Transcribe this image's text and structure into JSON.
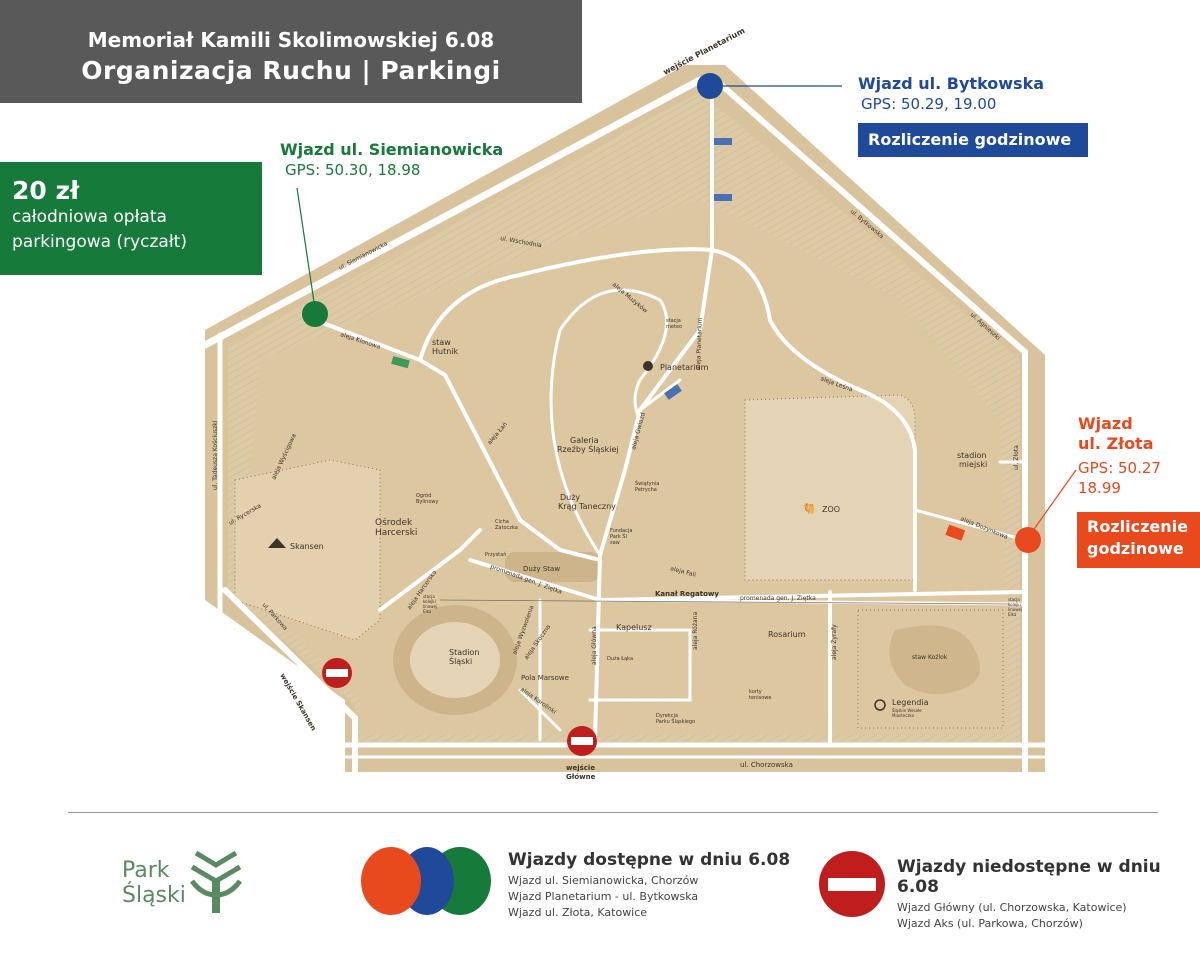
{
  "header": {
    "line1": "Memoriał Kamili Skolimowskiej 6.08",
    "line2": "Organizacja Ruchu | Parkingi"
  },
  "price": {
    "amount": "20 zł",
    "desc1": "całodniowa opłata",
    "desc2": "parkingowa (ryczałt)"
  },
  "entrances": {
    "siemianowicka": {
      "title": "Wjazd ul. Siemianowicka",
      "gps": "GPS: 50.30, 18.98",
      "color": "#167a3a"
    },
    "bytkowska": {
      "title": "Wjazd ul. Bytkowska",
      "gps": "GPS: 50.29, 19.00",
      "badge": "Rozliczenie godzinowe",
      "color": "#1f4a9a"
    },
    "zlota": {
      "title1": "Wjazd",
      "title2": "ul. Złota",
      "gps1": "GPS: 50.27",
      "gps2": "18.99",
      "badge1": "Rozliczenie",
      "badge2": "godzinowe",
      "color": "#e8491d"
    }
  },
  "map_labels": {
    "wejscie_planetarium1": "wejście",
    "wejscie_planetarium2": "Planetarium",
    "wejscie_skansen1": "wejście",
    "wejscie_skansen2": "Skansen",
    "wejscie_glowne1": "wejście",
    "wejscie_glowne2": "Główne",
    "ul_siemianowicka": "ul. Siemianowicka",
    "ul_wschodnia": "ul. Wschodnia",
    "ul_bytkowska": "ul. Bytkowska",
    "ul_agnieszki": "ul. Agnieszki",
    "ul_zlota": "ul. Złota",
    "ul_chorzowska": "ul. Chorzowska",
    "ul_parkowa": "ul. Parkowa",
    "ul_kosciuszki": "ul. Tadeusza Kościuszki",
    "ul_rycerska": "ul. Rycerska",
    "aleja_lesna": "aleja Leśna",
    "aleja_klonowa": "aleja Klonowa",
    "aleja_planetarium": "aleja Planetarium",
    "aleja_dozynkowa": "aleja Dożynkowa",
    "aleja_harcerska": "aleja Harcerska",
    "aleja_glowna": "aleja Główna",
    "aleja_zyraf": "aleja Żyrafy",
    "aleja_rozana": "aleja Różana",
    "aleja_karolinki": "aleja Karolinki",
    "aleja_fali": "aleja Fali",
    "aleja_gwiazd": "aleja Gwiazd",
    "aleja_muzykow": "aleja Muzyków",
    "aleja_lam": "aleja Łań",
    "aleja_wyscigowa": "aleja Wyścigowa",
    "aleja_skoczna": "aleja Skoczna",
    "aleja_wyzwolenia": "aleja Wyzwolenia",
    "promenada": "promenada gen. J. Ziętka",
    "kanal": "Kanał Regatowy",
    "staw_hutnik1": "staw",
    "staw_hutnik2": "Hutnik",
    "planetarium": "Planetarium",
    "stacja_meteo1": "stacja",
    "stacja_meteo2": "meteo",
    "galeria1": "Galeria",
    "galeria2": "Rzeźby Śląskiej",
    "krag1": "Duży",
    "krag2": "Krąg Taneczny",
    "swiatynia1": "Świątynia",
    "swiatynia2": "Petrycha",
    "fundacja1": "Fundacja",
    "fundacja2": "Park Śl",
    "fundacja3": "saw",
    "zoo": "ZOO",
    "stadion_miejski1": "stadion",
    "stadion_miejski2": "miejski",
    "osrodek1": "Ośrodek",
    "osrodek2": "Harcerski",
    "skansen": "Skansen",
    "ogrod1": "Ogród",
    "ogrod2": "Bylinowy",
    "cicha1": "Cicha",
    "cicha2": "Zatoczka",
    "przystan": "Przystań",
    "duzy_staw": "Duży Staw",
    "stadion_slaski1": "Stadion",
    "stadion_slaski2": "Śląski",
    "pola_marsowe": "Pola Marsowe",
    "kapelusz": "Kapelusz",
    "duza_laka": "Duża Łąka",
    "rosarium": "Rosarium",
    "korty1": "korty",
    "korty2": "tenisowe",
    "dyrekcja1": "Dyrekcja",
    "dyrekcja2": "Parku Śląskiego",
    "staw_kozlok": "staw Koźlok",
    "legendia": "Legendia",
    "legendia_sub1": "Śląskie Wesołe",
    "legendia_sub2": "Miasteczko",
    "kolejka_w1": "stacja",
    "kolejka_w2": "kolejki",
    "kolejka_w3": "linowej",
    "kolejka_w4": "Elka",
    "kolejka_e1": "stacja",
    "kolejka_e2": "kolejki",
    "kolejka_e3": "linowej",
    "kolejka_e4": "Elka"
  },
  "legend": {
    "logo1": "Park",
    "logo2": "Śląski",
    "available_title": "Wjazdy dostępne w dniu 6.08",
    "available": [
      "Wjazd ul. Siemianowicka, Chorzów",
      "Wjazd Planetarium - ul. Bytkowska",
      "Wjazd ul. Złota, Katowice"
    ],
    "unavailable_title": "Wjazdy niedostępne w dniu 6.08",
    "unavailable": [
      "Wjazd Główny (ul. Chorzowska, Katowice)",
      "Wjazd Aks (ul. Parkowa, Chorzów)"
    ],
    "no_entry_color": "#c01d1d"
  }
}
